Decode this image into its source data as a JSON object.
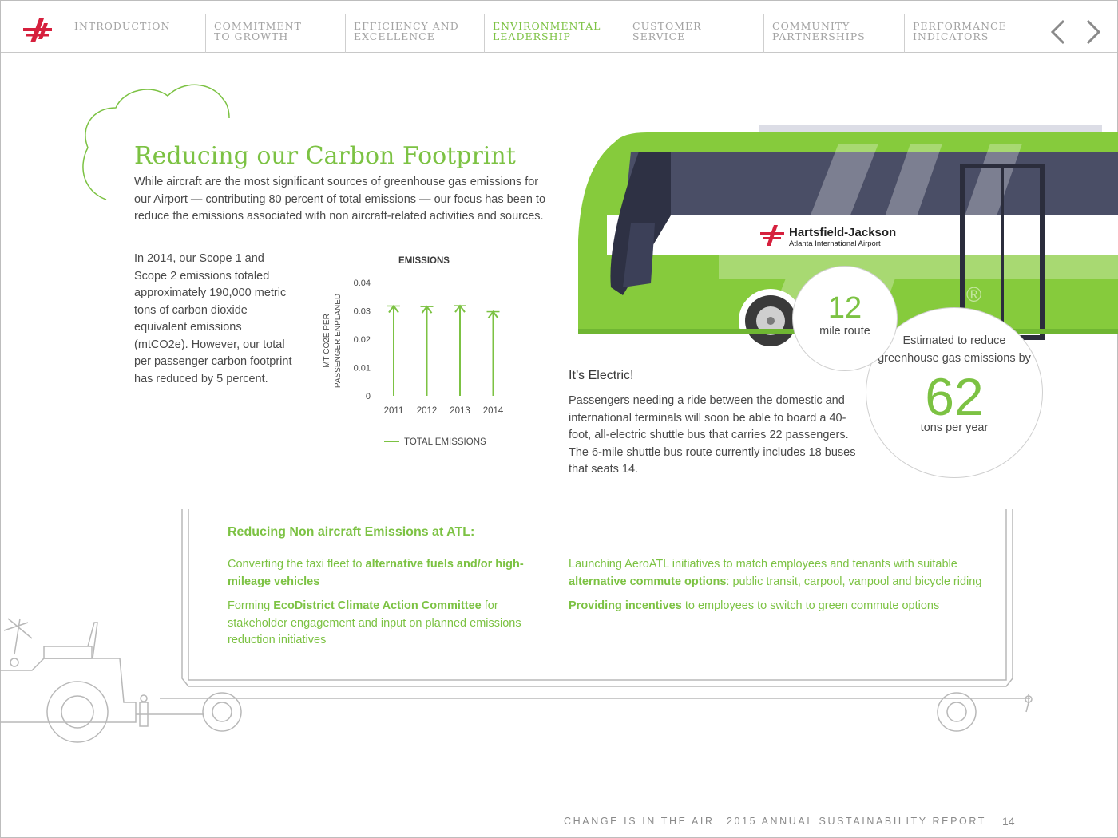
{
  "nav": {
    "tabs": [
      {
        "label": "INTRODUCTION"
      },
      {
        "label": "COMMITMENT\nTO GROWTH"
      },
      {
        "label": "EFFICIENCY AND\nEXCELLENCE"
      },
      {
        "label": "ENVIRONMENTAL\nLEADERSHIP"
      },
      {
        "label": "CUSTOMER\nSERVICE"
      },
      {
        "label": "COMMUNITY\nPARTNERSHIPS"
      },
      {
        "label": "PERFORMANCE\nINDICATORS"
      }
    ],
    "active_index": 3
  },
  "colors": {
    "accent": "#7cc243",
    "brand_red": "#d6203d",
    "text": "#4a4a4a",
    "muted": "#a3a3a3"
  },
  "title": "Reducing our Carbon Footprint",
  "intro": "While aircraft are the most significant sources of greenhouse gas emissions for our Airport — contributing 80 percent of total emissions — our focus has been to reduce the emissions associated with non aircraft-related activities and sources.",
  "stat_text": "In 2014, our Scope 1 and Scope 2 emissions totaled approximately 190,000 metric tons of carbon dioxide equivalent emissions (mtCO2e). However, our total per passenger carbon footprint has reduced by 5 percent.",
  "chart_data": {
    "type": "bar",
    "title": "EMISSIONS",
    "ylabel": "MT CO2E PER PASSENGER ENPLANED",
    "xlabel": "",
    "categories": [
      "2011",
      "2012",
      "2013",
      "2014"
    ],
    "series": [
      {
        "name": "TOTAL EMISSIONS",
        "values": [
          0.0317,
          0.0315,
          0.0318,
          0.0297
        ]
      }
    ],
    "yticks": [
      "0.04",
      "0.03",
      "0.02",
      "0.01",
      "0"
    ],
    "ylim": [
      0,
      0.04
    ],
    "legend_position": "bottom"
  },
  "bus": {
    "brand_line1": "Hartsfield-Jackson",
    "brand_line2": "Atlanta International Airport"
  },
  "electric": {
    "title": "It’s Electric!",
    "body": "Passengers needing a ride between the domestic and international terminals will soon be able to board a 40-foot, all-electric shuttle bus that carries 22 passengers. The 6-mile shuttle bus route currently includes 18 buses that seats 14."
  },
  "circle1": {
    "number": "12",
    "caption": "mile route"
  },
  "circle2": {
    "caption_top": "Estimated to reduce greenhouse gas emissions by",
    "number": "62",
    "caption_bottom": "tons per year"
  },
  "initiatives": {
    "heading": "Reducing Non aircraft Emissions at ATL:",
    "left": [
      {
        "pre": "Converting the taxi fleet to ",
        "bold": "alternative fuels and/or high-mileage vehicles",
        "post": ""
      },
      {
        "pre": "Forming ",
        "bold": "EcoDistrict Climate Action Committee",
        "post": " for stakeholder engagement and input on planned emissions reduction initiatives"
      }
    ],
    "right": [
      {
        "pre": "Launching AeroATL initiatives to match employees and tenants with suitable ",
        "bold": "alternative commute options",
        "post": ": public transit, carpool, vanpool and bicycle riding"
      },
      {
        "pre": "",
        "bold": "Providing incentives",
        "post": " to employees to switch to green commute options"
      }
    ]
  },
  "footer": {
    "left": "CHANGE IS IN THE AIR",
    "middle": "2015 ANNUAL SUSTAINABILITY REPORT",
    "page": "14"
  }
}
